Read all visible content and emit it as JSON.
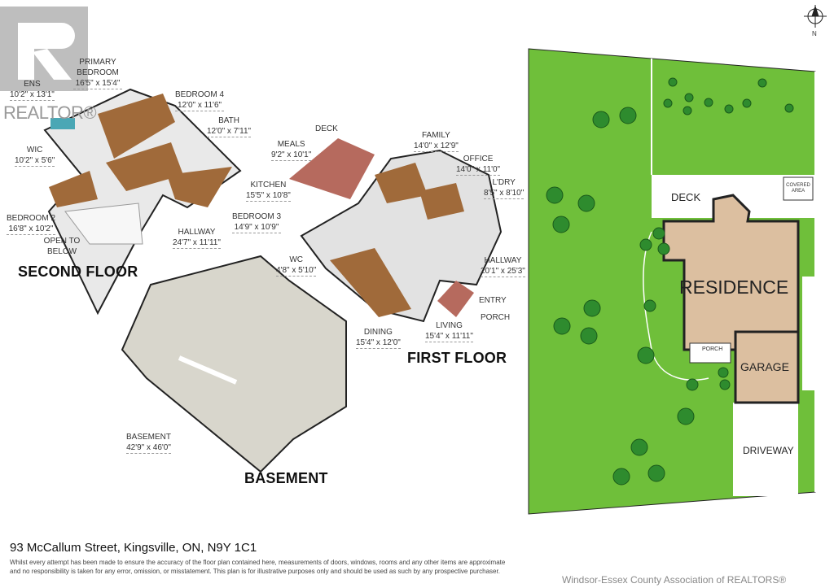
{
  "watermark": {
    "brand": "REALTOR®"
  },
  "second_floor": {
    "title": "SECOND FLOOR",
    "rooms": [
      {
        "name": "PRIMARY BEDROOM",
        "dims": "16'5\" x 15'4\""
      },
      {
        "name": "ENS",
        "dims": "10'2\" x 13'1\""
      },
      {
        "name": "BEDROOM 4",
        "dims": "12'0\" x 11'6\""
      },
      {
        "name": "BATH",
        "dims": "12'0\" x 7'11\""
      },
      {
        "name": "WIC",
        "dims": "10'2\" x 5'6\""
      },
      {
        "name": "BEDROOM 2",
        "dims": "16'8\" x 10'2\""
      },
      {
        "name": "OPEN TO BELOW",
        "dims": ""
      },
      {
        "name": "HALLWAY",
        "dims": "24'7\" x 11'11\""
      },
      {
        "name": "BEDROOM 3",
        "dims": "14'9\" x 10'9\""
      }
    ]
  },
  "first_floor": {
    "title": "FIRST FLOOR",
    "rooms": [
      {
        "name": "DECK",
        "dims": ""
      },
      {
        "name": "MEALS",
        "dims": "9'2\" x 10'1\""
      },
      {
        "name": "FAMILY",
        "dims": "14'0\" x 12'9\""
      },
      {
        "name": "OFFICE",
        "dims": "14'0\" x 11'0\""
      },
      {
        "name": "KITCHEN",
        "dims": "15'5\" x 10'8\""
      },
      {
        "name": "L'DRY",
        "dims": "8'5\" x 8'10\""
      },
      {
        "name": "WC",
        "dims": "4'8\" x 5'10\""
      },
      {
        "name": "HALLWAY",
        "dims": "20'1\" x 25'3\""
      },
      {
        "name": "ENTRY",
        "dims": ""
      },
      {
        "name": "PORCH",
        "dims": ""
      },
      {
        "name": "DINING",
        "dims": "15'4\" x 12'0\""
      },
      {
        "name": "LIVING",
        "dims": "15'4\" x 11'11\""
      }
    ]
  },
  "basement": {
    "title": "BASEMENT",
    "rooms": [
      {
        "name": "BASEMENT",
        "dims": "42'9\" x 46'0\""
      }
    ]
  },
  "site_plan": {
    "north": "N",
    "deck": "DECK",
    "covered_area": "COVERED AREA",
    "residence": "RESIDENCE",
    "porch": "PORCH",
    "garage": "GARAGE",
    "driveway": "DRIVEWAY",
    "colors": {
      "lawn": "#6fbf3a",
      "residence": "#dcbfa0",
      "white": "#ffffff"
    }
  },
  "footer": {
    "address": "93 McCallum Street, Kingsville, ON, N9Y 1C1",
    "disclaimer": "Whilst every attempt has been made to ensure the accuracy of the floor plan contained here, measurements of doors, windows, rooms and any other items are approximate and no responsibility is taken for any error, omission, or misstatement. This plan is for illustrative purposes only and should be used as such by any prospective purchaser.",
    "association": "Windsor-Essex County Association of REALTORS®"
  }
}
